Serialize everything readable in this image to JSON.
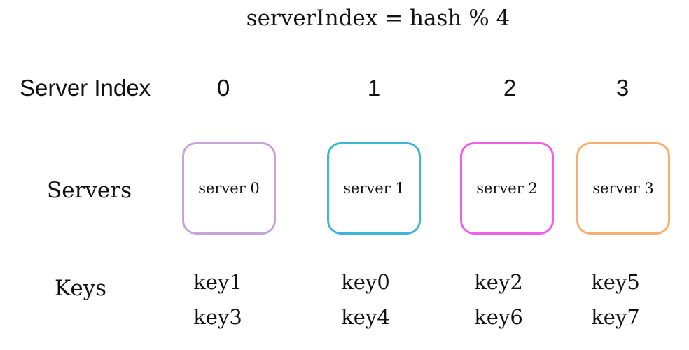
{
  "formula": "serverIndex = hash % 4",
  "labels": {
    "server_index": "Server Index",
    "servers": "Servers",
    "keys": "Keys"
  },
  "columns": [
    {
      "index": "0",
      "server": "server 0",
      "color": "#c4a5d6",
      "keys": [
        "key1",
        "key3"
      ]
    },
    {
      "index": "1",
      "server": "server 1",
      "color": "#3fb5d8",
      "keys": [
        "key0",
        "key4"
      ]
    },
    {
      "index": "2",
      "server": "server 2",
      "color": "#f05fe8",
      "keys": [
        "key2",
        "key6"
      ]
    },
    {
      "index": "3",
      "server": "server 3",
      "color": "#f5b070",
      "keys": [
        "key5",
        "key7"
      ]
    }
  ]
}
